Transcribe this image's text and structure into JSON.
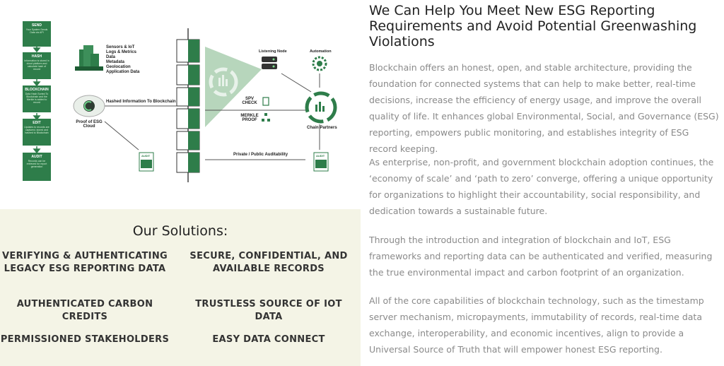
{
  "diagram": {
    "steps": [
      {
        "title": "SEND",
        "desc": "Your System Sends Data via API"
      },
      {
        "title": "HASH",
        "desc": "Information is stored in cloud platform and calculate hash of record"
      },
      {
        "title": "BLOCKCHAIN",
        "desc": "Data Hash Sorted To Blockchain and the Merkle is added to record"
      },
      {
        "title": "EDIT",
        "desc": "Updates to records are captured, stored and hashed to Blockchain"
      },
      {
        "title": "AUDIT",
        "desc": "Records can be retrieved for report generation"
      }
    ],
    "sources_list": [
      "Sensors & IoT",
      "Logs & Metrics",
      "Data",
      "Metadata",
      "Geolocation",
      "Application Data"
    ],
    "hashed_label": "Hashed Information To Blockchain",
    "proof_cloud_label": "Proof of ESG Cloud",
    "listening_label": "Listening Node",
    "automation_label": "Automation",
    "spv_label": "SPV CHECK",
    "merkle_label": "MERKLE PROOF",
    "chain_partners_label": "Chain Partners",
    "auditability_label": "Private / Public Auditability",
    "audit_badge": "AUDIT"
  },
  "solutions": {
    "title": "Our Solutions:",
    "items": [
      "VERIFYING & AUTHENTICATING LEGACY ESG REPORTING DATA",
      "SECURE, CONFIDENTIAL, AND AVAILABLE RECORDS",
      "AUTHENTICATED CARBON CREDITS",
      "TRUSTLESS SOURCE OF IOT DATA",
      "PERMISSIONED STAKEHOLDERS",
      "EASY DATA CONNECT"
    ]
  },
  "article": {
    "heading": "We Can Help You Meet New ESG Reporting Requirements and Avoid Potential Greenwashing Violations",
    "paragraphs": [
      "Blockchain offers an honest, open, and stable architecture, providing the foundation for connected systems that can help to make better, real-time decisions, increase the efficiency of energy usage, and improve the overall quality of life. It enhances global Environmental, Social, and Governance (ESG) reporting, empowers public monitoring, and establishes integrity of ESG record keeping.",
      "As enterprise, non-profit, and government blockchain adoption continues, the ‘economy of scale’ and ‘path to zero’ converge, offering a unique opportunity for organizations to highlight their accountability, social responsibility, and dedication towards a sustainable future.",
      "Through the introduction and integration of blockchain and IoT, ESG frameworks and reporting data can be authenticated and verified, measuring the true environmental impact and carbon footprint of an organization.",
      "All of the core capabilities of blockchain technology, such as the timestamp server mechanism, micropayments, immutability of records, real-time data exchange, interoperability, and economic incentives, align to provide a Universal Source of Truth that will empower honest ESG reporting."
    ]
  },
  "colors": {
    "brand_green": "#2e7d4a",
    "cream": "#f4f4e6",
    "text_gray": "#8a8a8a"
  }
}
